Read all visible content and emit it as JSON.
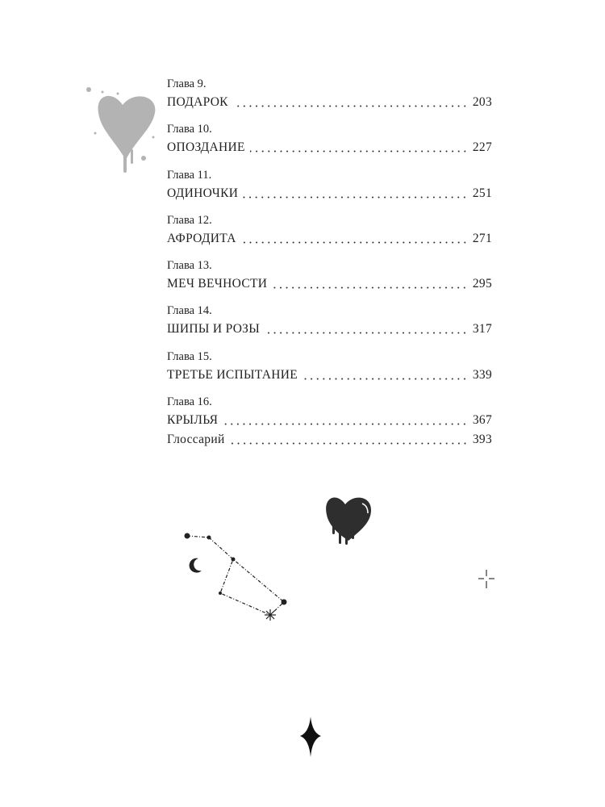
{
  "toc": {
    "entries": [
      {
        "chapter": "Глава 9.",
        "title": "ПОДАРОК",
        "page": "203"
      },
      {
        "chapter": "Глава 10.",
        "title": "ОПОЗДАНИЕ",
        "page": "227"
      },
      {
        "chapter": "Глава 11.",
        "title": "ОДИНОЧКИ",
        "page": "251"
      },
      {
        "chapter": "Глава 12.",
        "title": "АФРОДИТА",
        "page": "271"
      },
      {
        "chapter": "Глава 13.",
        "title": "МЕЧ ВЕЧНОСТИ",
        "page": "295"
      },
      {
        "chapter": "Глава 14.",
        "title": "ШИПЫ И РОЗЫ",
        "page": "317"
      },
      {
        "chapter": "Глава 15.",
        "title": "ТРЕТЬЕ ИСПЫТАНИЕ",
        "page": "339"
      },
      {
        "chapter": "Глава 16.",
        "title": "КРЫЛЬЯ",
        "page": "367"
      }
    ],
    "glossary": {
      "title": "Глоссарий",
      "page": "393"
    }
  },
  "decorations": {
    "icons": [
      "splatter-heart-icon",
      "dripping-heart-icon",
      "constellation-icon",
      "moon-icon",
      "crosshair-star-icon",
      "four-point-star-icon"
    ],
    "colors": {
      "text": "#222222",
      "splatter": "#b3b3b3",
      "heart": "#2e2e2e"
    }
  }
}
